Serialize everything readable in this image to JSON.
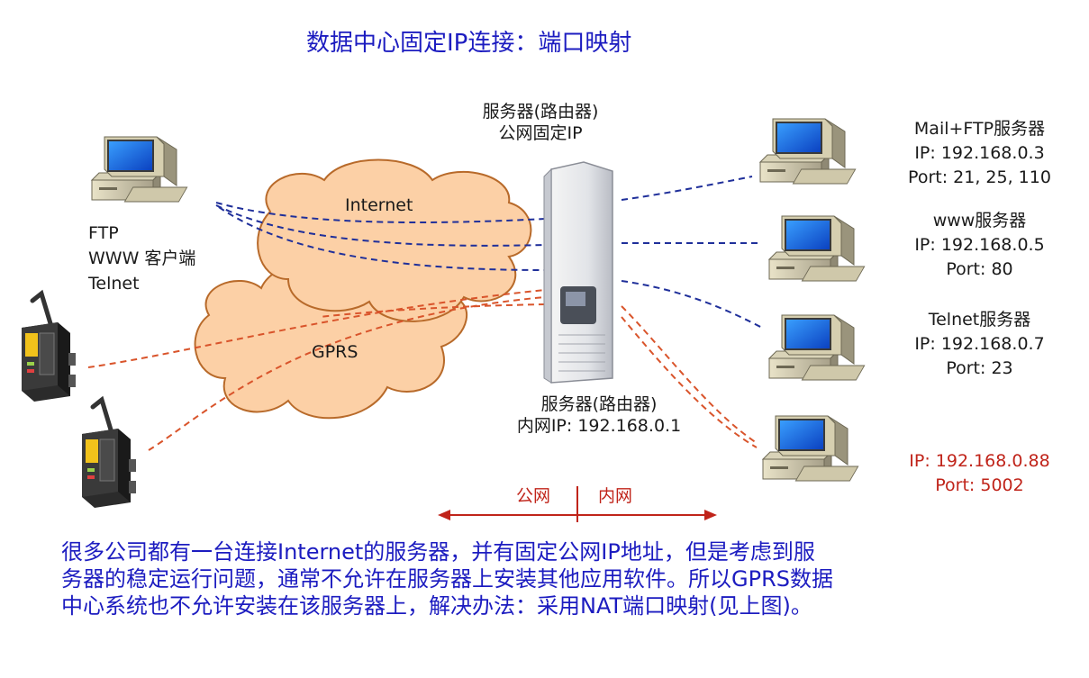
{
  "title": "数据中心固定IP连接：端口映射",
  "server_top": {
    "line1": "服务器(路由器)",
    "line2": "公网固定IP"
  },
  "server_bottom": {
    "line1": "服务器(路由器)",
    "line2": "内网IP: 192.168.0.1"
  },
  "clouds": {
    "internet": "Internet",
    "gprs": "GPRS"
  },
  "client": {
    "line1": "FTP",
    "line2": "WWW 客户端",
    "line3": "Telnet"
  },
  "servers": [
    {
      "name": "Mail+FTP服务器",
      "ip": "IP: 192.168.0.3",
      "port": "Port: 21, 25, 110"
    },
    {
      "name": "www服务器",
      "ip": "IP: 192.168.0.5",
      "port": "Port: 80"
    },
    {
      "name": "Telnet服务器",
      "ip": "IP: 192.168.0.7",
      "port": "Port: 23"
    },
    {
      "name": "",
      "ip": "IP: 192.168.0.88",
      "port": "Port: 5002"
    }
  ],
  "boundary": {
    "public": "公网",
    "private": "内网"
  },
  "colors": {
    "public_link": "#1f2f9a",
    "gprs_link": "#d9542b",
    "cloud_fill": "#fcd0a6",
    "cloud_stroke": "#b86a2a",
    "title": "#1c1cc0",
    "highlight": "#c0241a"
  },
  "note": [
    "很多公司都有一台连接Internet的服务器，并有固定公网IP地址，但是考虑到服",
    "务器的稳定运行问题，通常不允许在服务器上安装其他应用软件。所以GPRS数据",
    "中心系统也不允许安装在该服务器上，解决办法：采用NAT端口映射(见上图)。"
  ]
}
